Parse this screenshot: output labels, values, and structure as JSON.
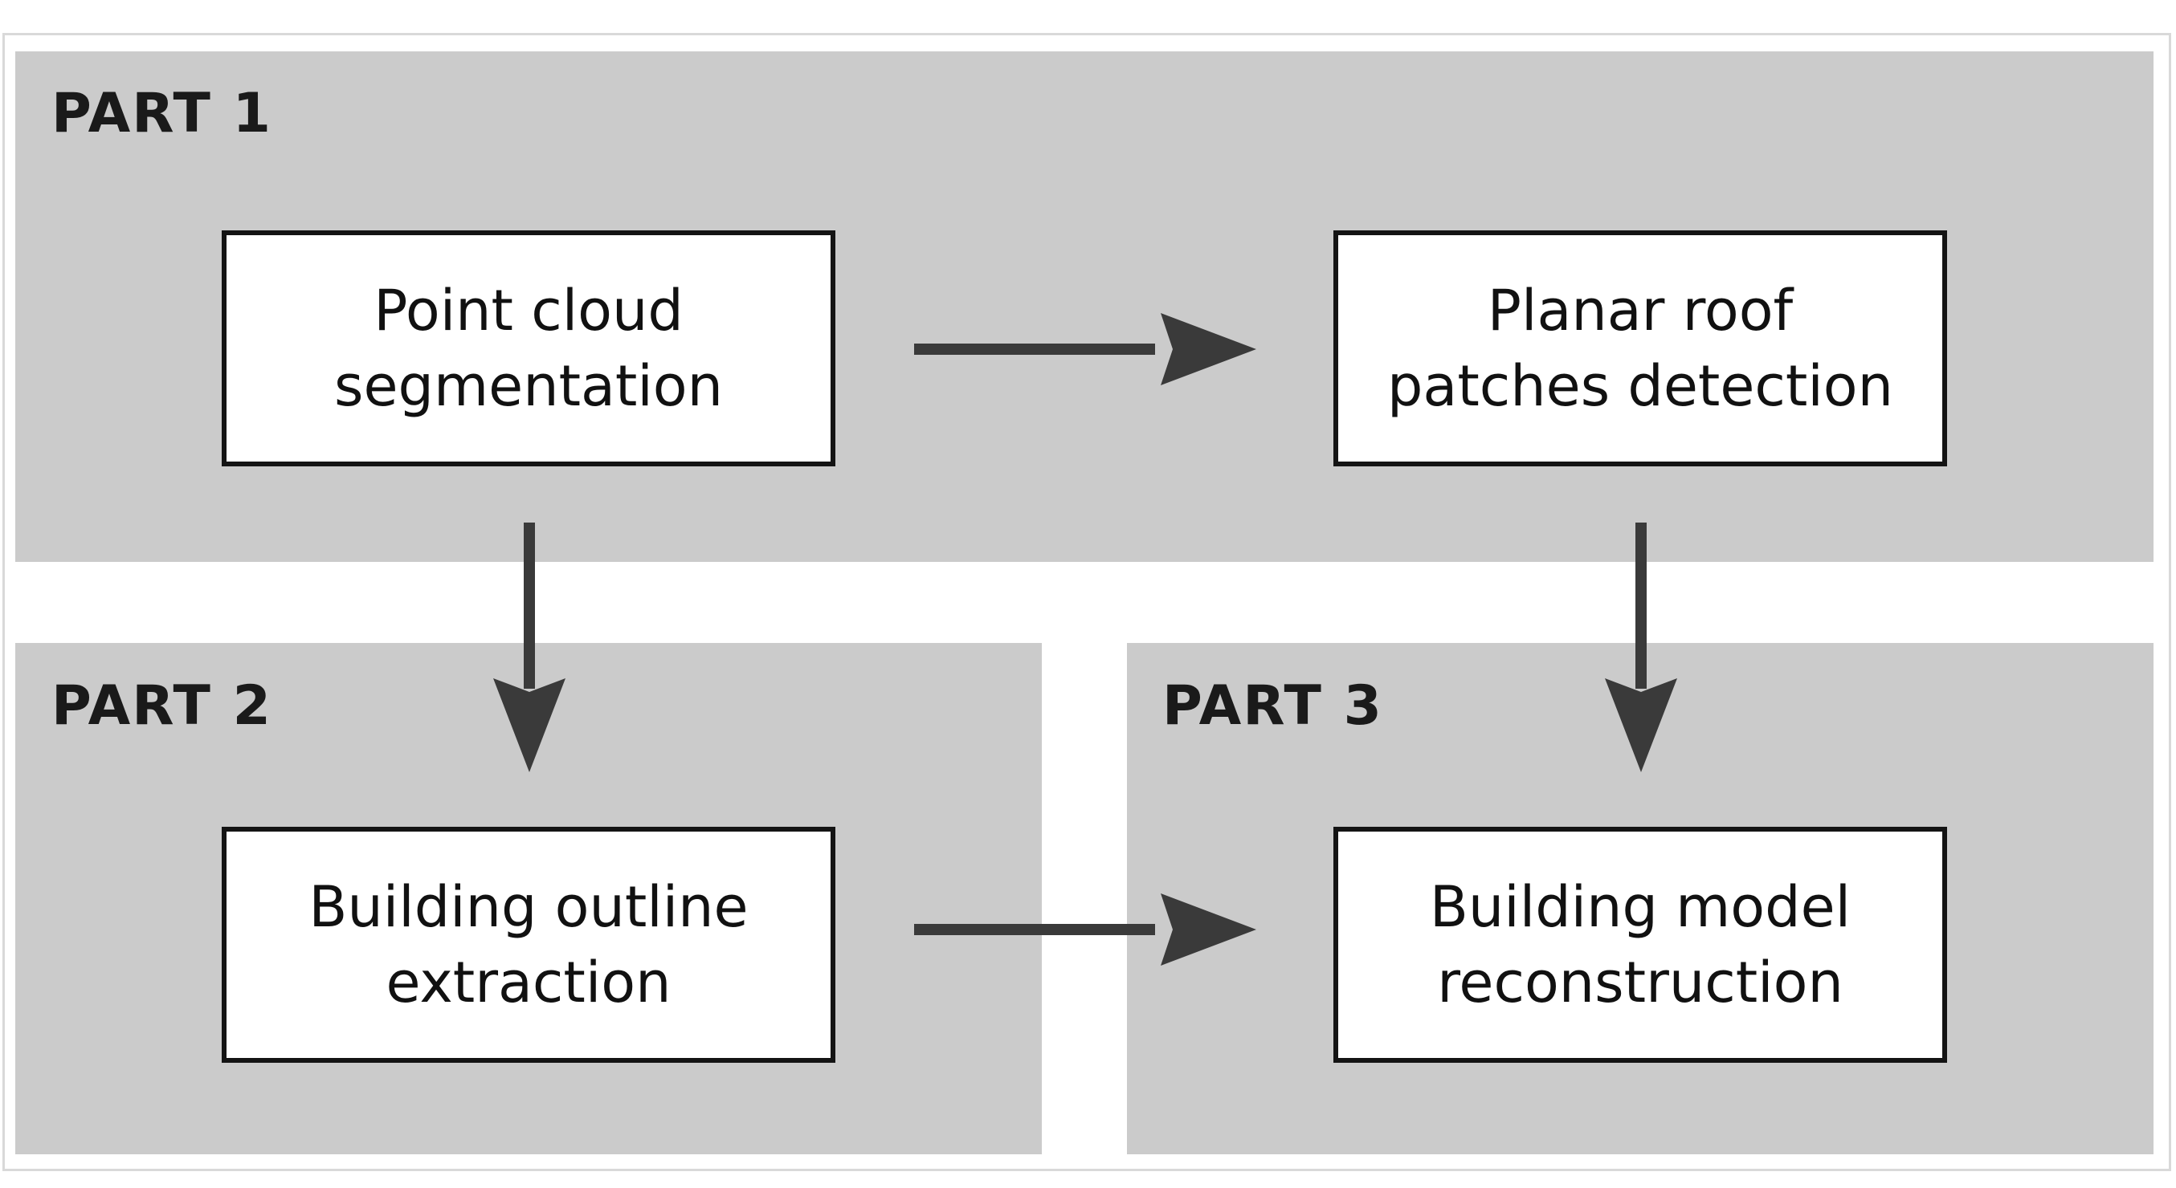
{
  "parts": {
    "part1": "PART 1",
    "part2": "PART 2",
    "part3": "PART 3"
  },
  "boxes": {
    "segmentation": {
      "line1": "Point cloud",
      "line2": "segmentation"
    },
    "planar": {
      "line1": "Planar roof",
      "line2": "patches detection"
    },
    "outline": {
      "line1": "Building outline",
      "line2": "extraction"
    },
    "model": {
      "line1": "Building model",
      "line2": "reconstruction"
    }
  },
  "colors": {
    "panel": "#cbcbcb",
    "arrow": "#3a3a3a",
    "box_border": "#141414"
  }
}
